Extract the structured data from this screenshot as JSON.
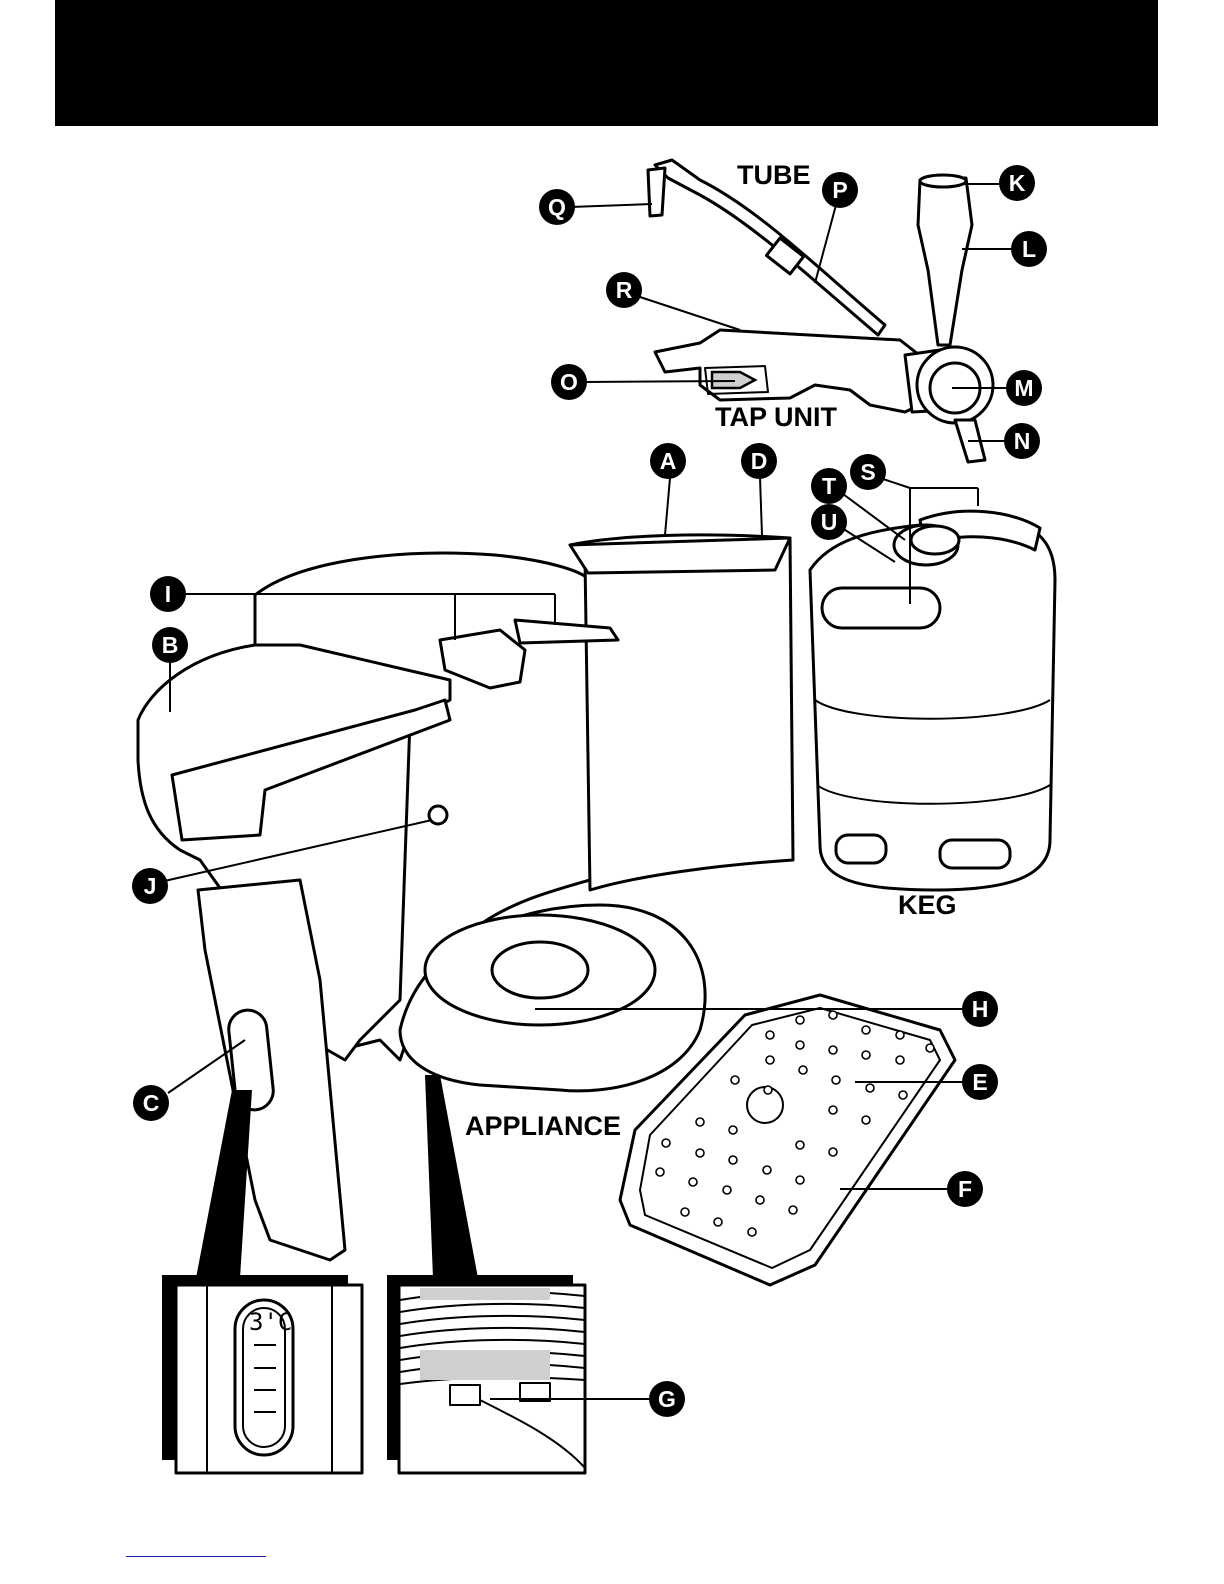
{
  "labels": {
    "tube": "TUBE",
    "tap_unit": "TAP UNIT",
    "keg": "KEG",
    "appliance": "APPLIANCE"
  },
  "display_readout": "3'C",
  "callouts": {
    "a": "A",
    "b": "B",
    "c": "C",
    "d": "D",
    "e": "E",
    "f": "F",
    "g": "G",
    "h": "H",
    "i": "I",
    "j": "J",
    "k": "K",
    "l": "L",
    "m": "M",
    "n": "N",
    "o": "O",
    "p": "P",
    "q": "Q",
    "r": "R",
    "s": "S",
    "t": "T",
    "u": "U"
  },
  "colors": {
    "ink": "#000000",
    "paper": "#ffffff",
    "shade": "#cfcfcf"
  }
}
